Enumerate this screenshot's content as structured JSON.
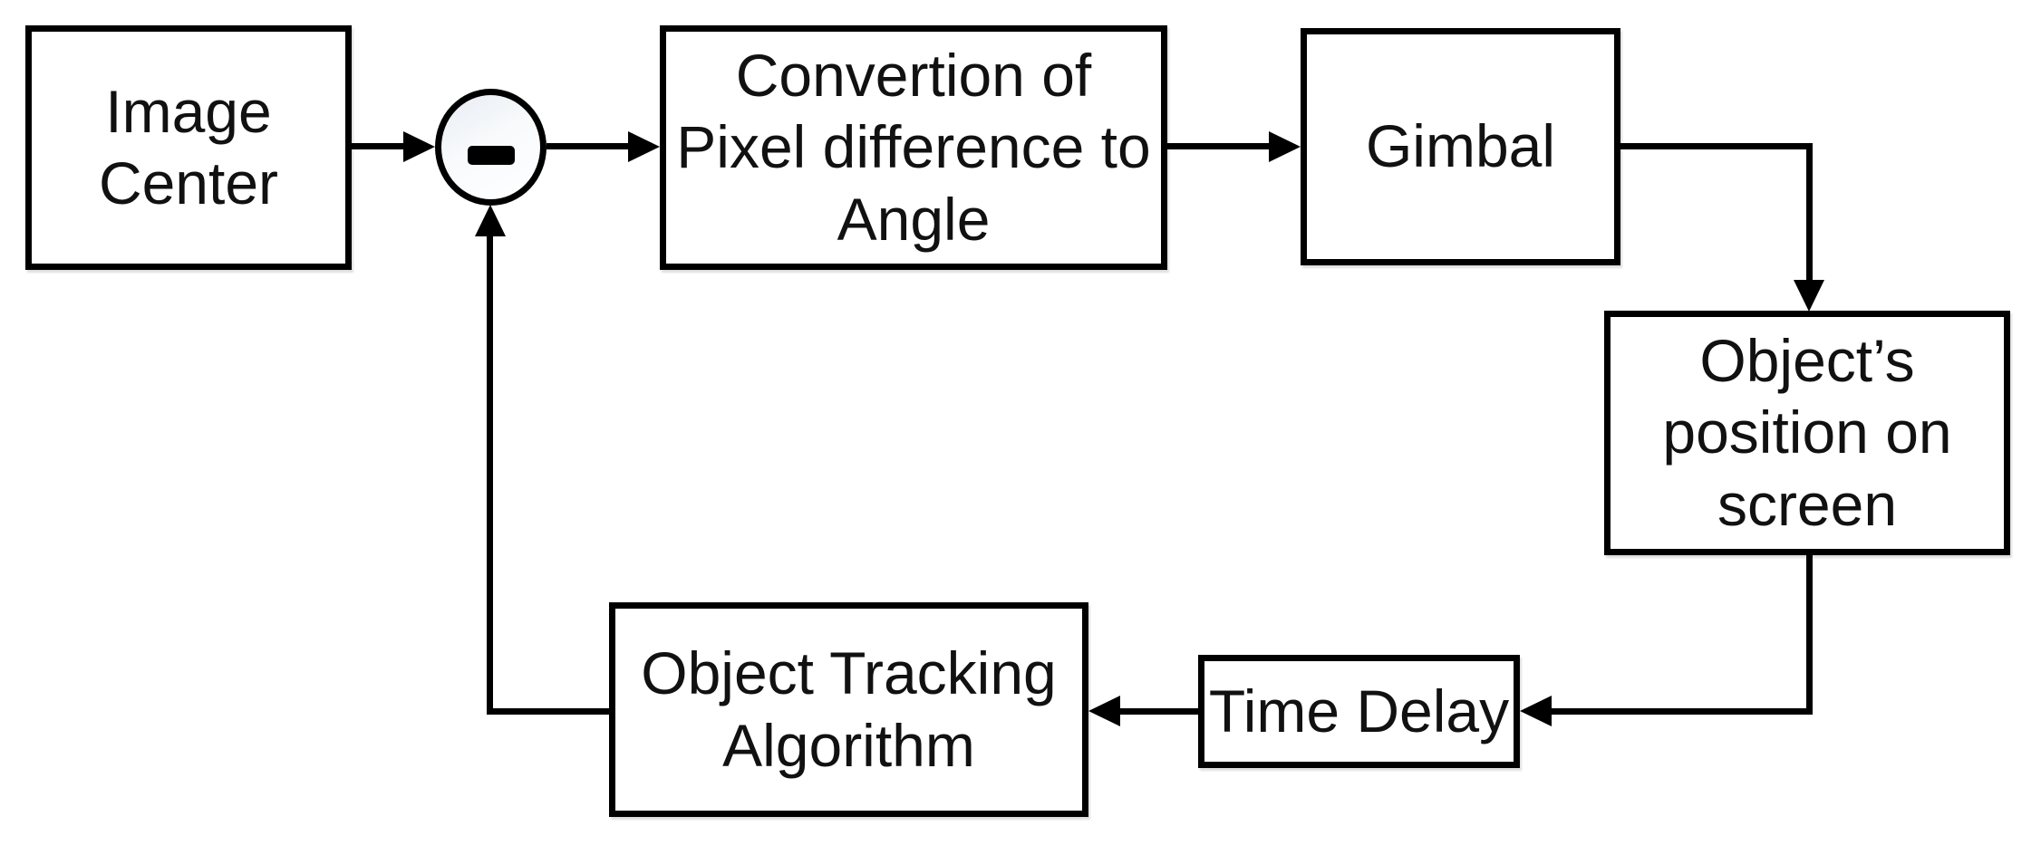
{
  "palette": {
    "ink": "#000000",
    "node_fill": "#ffffff",
    "junction_fill_top": "#e8ecf2",
    "background": "#ffffff"
  },
  "nodes": {
    "image_center": {
      "label": "Image\nCenter"
    },
    "conversion": {
      "label": "Convertion of\nPixel difference to\nAngle"
    },
    "gimbal": {
      "label": "Gimbal"
    },
    "object_position": {
      "label": "Object’s\nposition on\nscreen"
    },
    "time_delay": {
      "label": "Time Delay"
    },
    "tracking": {
      "label": "Object Tracking\nAlgorithm"
    }
  },
  "junction": {
    "icon": "minus-icon",
    "operation": "subtract"
  },
  "connections": [
    "image_center -> junction",
    "junction -> conversion",
    "conversion -> gimbal",
    "gimbal -> object_position",
    "object_position -> time_delay",
    "time_delay -> tracking",
    "tracking -> junction"
  ]
}
